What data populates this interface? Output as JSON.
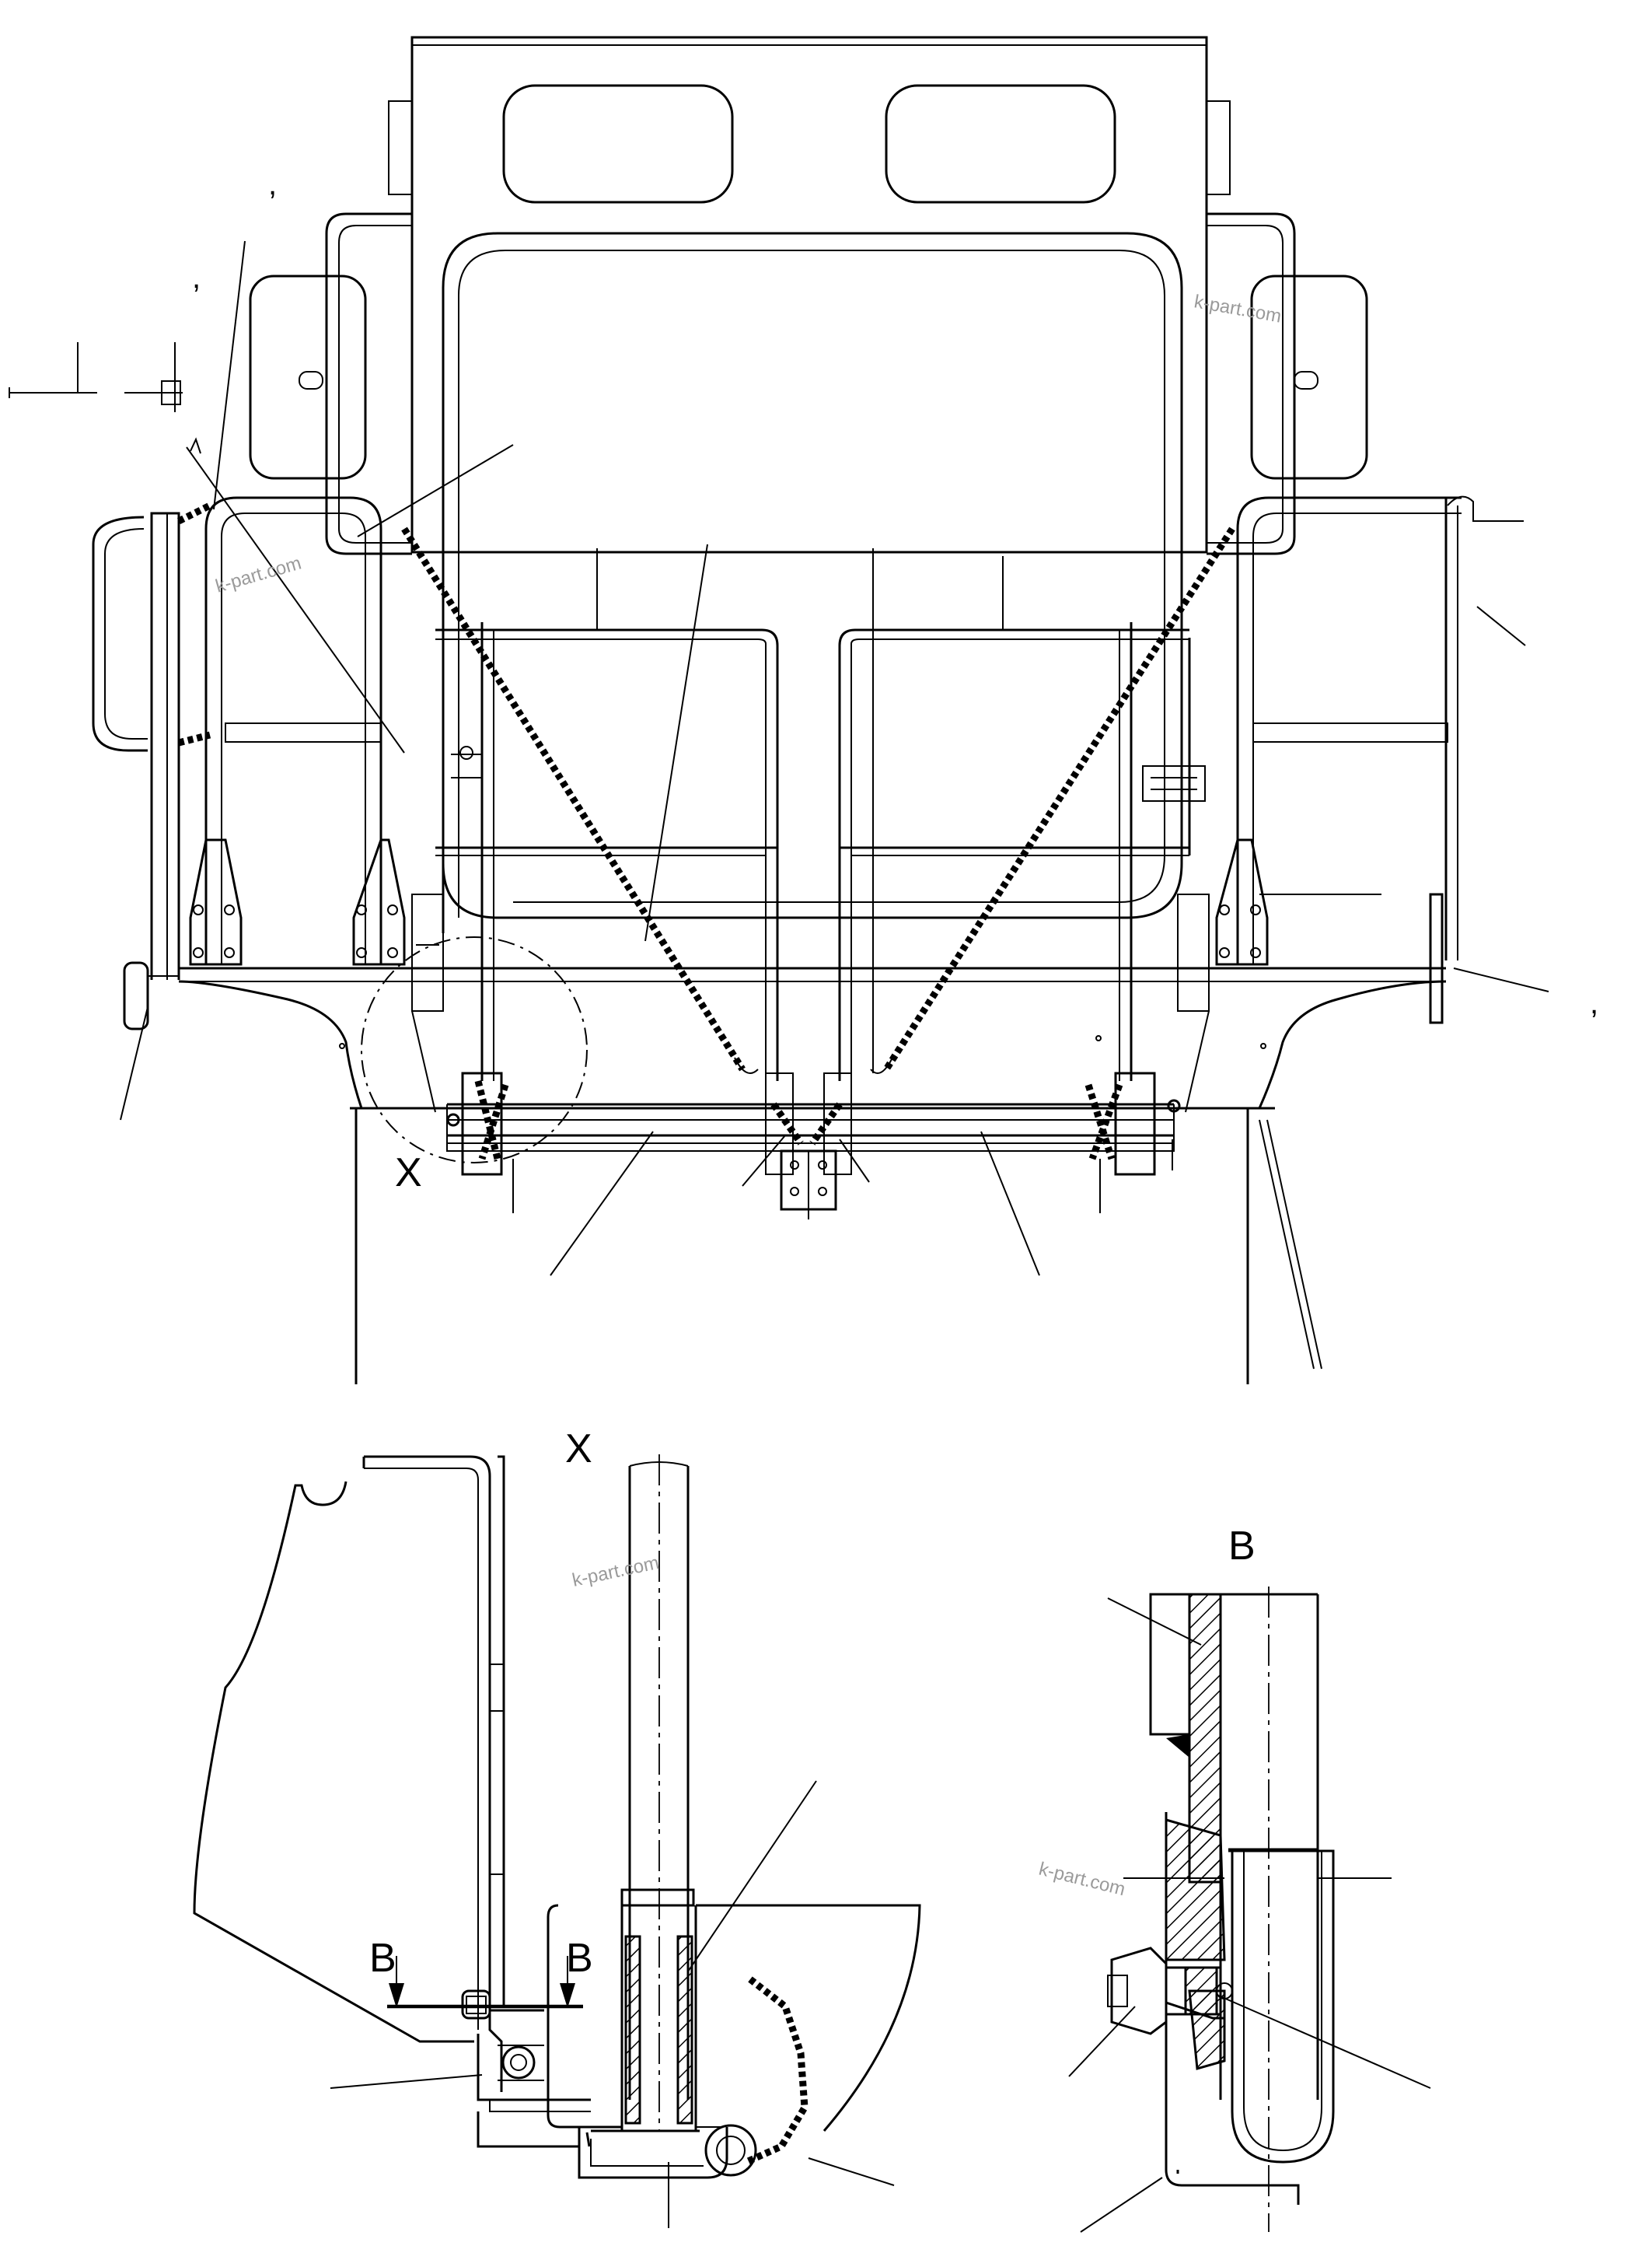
{
  "labels": {
    "view_x_marker": "X",
    "view_x_title": "X",
    "view_b_title": "B",
    "section_b_left": "B",
    "section_b_right": "B"
  },
  "watermark": "k-part.com",
  "colors": {
    "line": "#000000",
    "background": "#ffffff",
    "watermark": "#9a9a9a"
  }
}
